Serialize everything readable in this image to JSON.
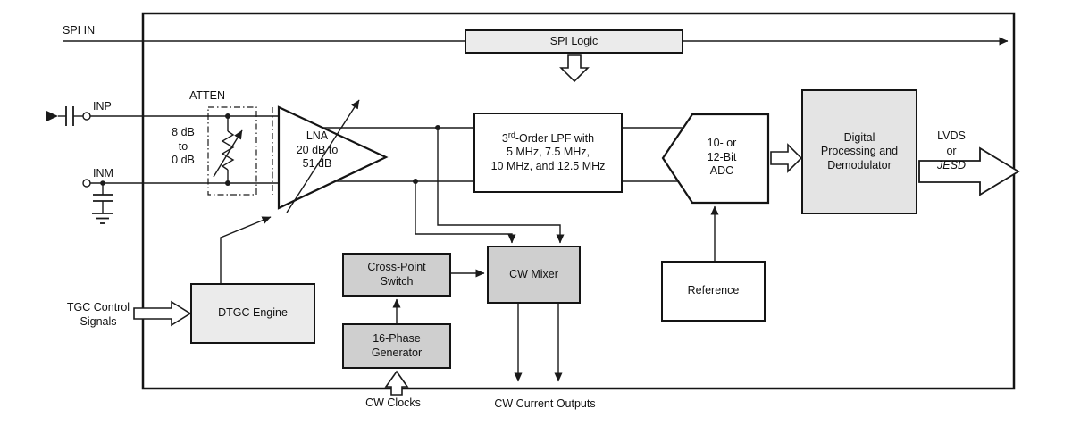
{
  "diagram": {
    "labels": {
      "spi_in": "SPI IN",
      "inp": "INP",
      "inm": "INM",
      "atten": "ATTEN",
      "atten_range_l1": "8 dB",
      "atten_range_l2": "to",
      "atten_range_l3": "0 dB",
      "tgc_l1": "TGC Control",
      "tgc_l2": "Signals",
      "cw_clocks": "CW Clocks",
      "cw_current_outputs": "CW Current Outputs",
      "out_l1": "LVDS",
      "out_l2": "or",
      "out_l3": "JESD"
    },
    "blocks": {
      "spi_logic": "SPI Logic",
      "lna_l1": "LNA",
      "lna_l2": "20 dB to",
      "lna_l3": "51 dB",
      "lpf_l1_base": "3",
      "lpf_l1_sup": "rd",
      "lpf_l1_rest": "-Order LPF with",
      "lpf_l2": "5 MHz, 7.5 MHz,",
      "lpf_l3": "10 MHz, and 12.5 MHz",
      "adc_l1": "10- or",
      "adc_l2": "12-Bit",
      "adc_l3": "ADC",
      "dp_l1": "Digital",
      "dp_l2": "Processing and",
      "dp_l3": "Demodulator",
      "reference": "Reference",
      "dtgc": "DTGC Engine",
      "crosspoint_l1": "Cross-Point",
      "crosspoint_l2": "Switch",
      "phasegen_l1": "16-Phase",
      "phasegen_l2": "Generator",
      "cw_mixer": "CW Mixer"
    },
    "colors": {
      "line": "#1a1a1a",
      "border": "#141414",
      "block_light_gray": "#ebebeb",
      "block_mid_gray": "#cfcfcf",
      "block_white": "#ffffff"
    }
  }
}
